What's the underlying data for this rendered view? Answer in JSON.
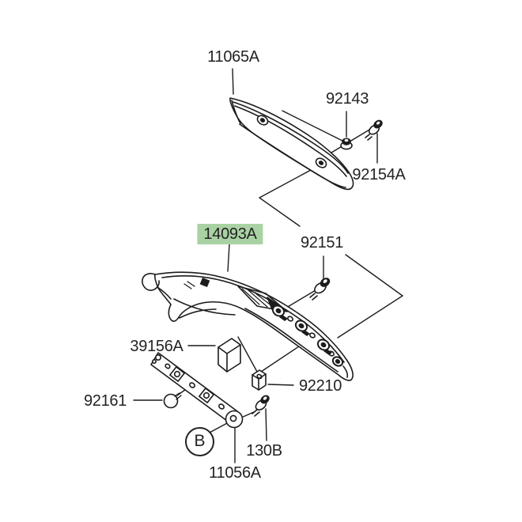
{
  "diagram": {
    "type": "exploded-parts-diagram",
    "background_color": "#ffffff",
    "line_color": "#1c1c1c",
    "highlight_color": "#a9d2a4",
    "highlighted_part": "14093A",
    "parts": [
      {
        "label": "11065A",
        "highlighted": false
      },
      {
        "label": "92143",
        "highlighted": false
      },
      {
        "label": "92154A",
        "highlighted": false
      },
      {
        "label": "14093A",
        "highlighted": true
      },
      {
        "label": "92151",
        "highlighted": false
      },
      {
        "label": "39156A",
        "highlighted": false
      },
      {
        "label": "92210",
        "highlighted": false
      },
      {
        "label": "92161",
        "highlighted": false
      },
      {
        "label": "130B",
        "highlighted": false
      },
      {
        "label": "11056A",
        "highlighted": false
      }
    ],
    "callout": {
      "label": "B"
    }
  }
}
